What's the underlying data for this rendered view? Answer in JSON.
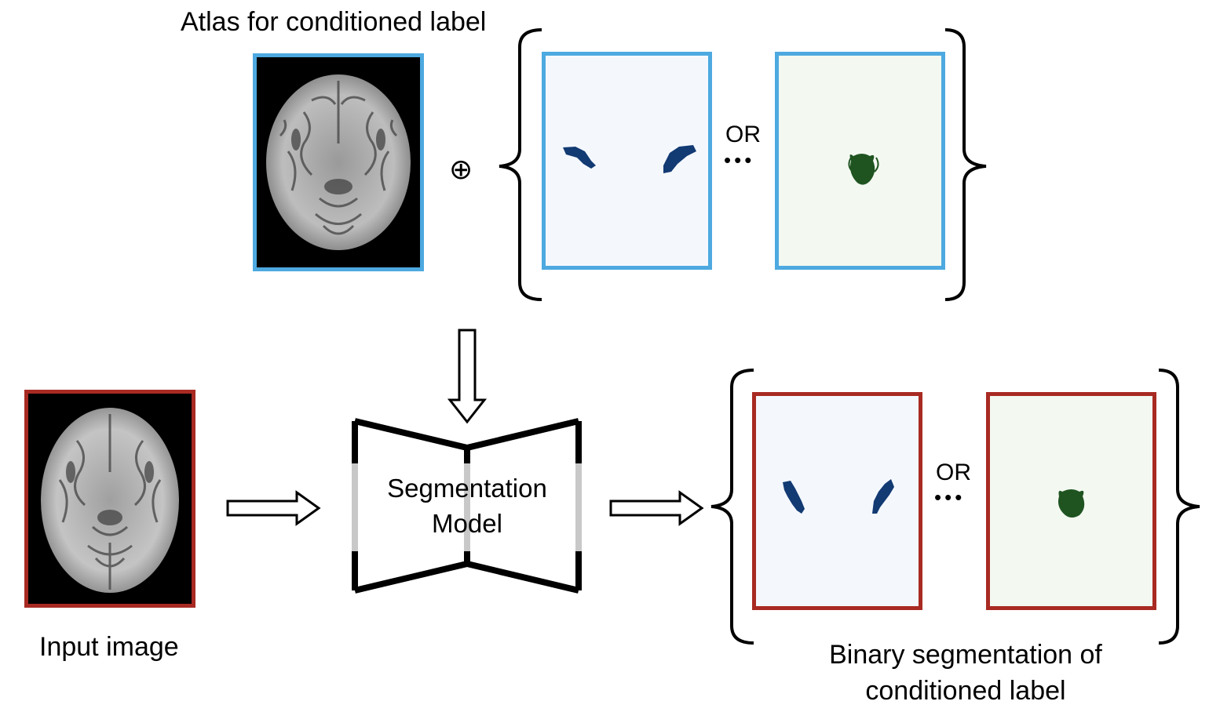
{
  "atlas": {
    "title": "Atlas for conditioned label"
  },
  "operator": "⊕",
  "atlas_labels": {
    "or_text": "OR",
    "dots": "•••"
  },
  "model": {
    "line1": "Segmentation",
    "line2": "Model"
  },
  "input": {
    "caption": "Input image"
  },
  "output": {
    "or_text": "OR",
    "dots": "•••",
    "caption_line1": "Binary segmentation of",
    "caption_line2": "conditioned label"
  },
  "colors": {
    "atlas_frame": "#4DA9E0",
    "input_frame": "#A82A22",
    "label_blue": "#123A73",
    "label_green": "#1F5420"
  }
}
